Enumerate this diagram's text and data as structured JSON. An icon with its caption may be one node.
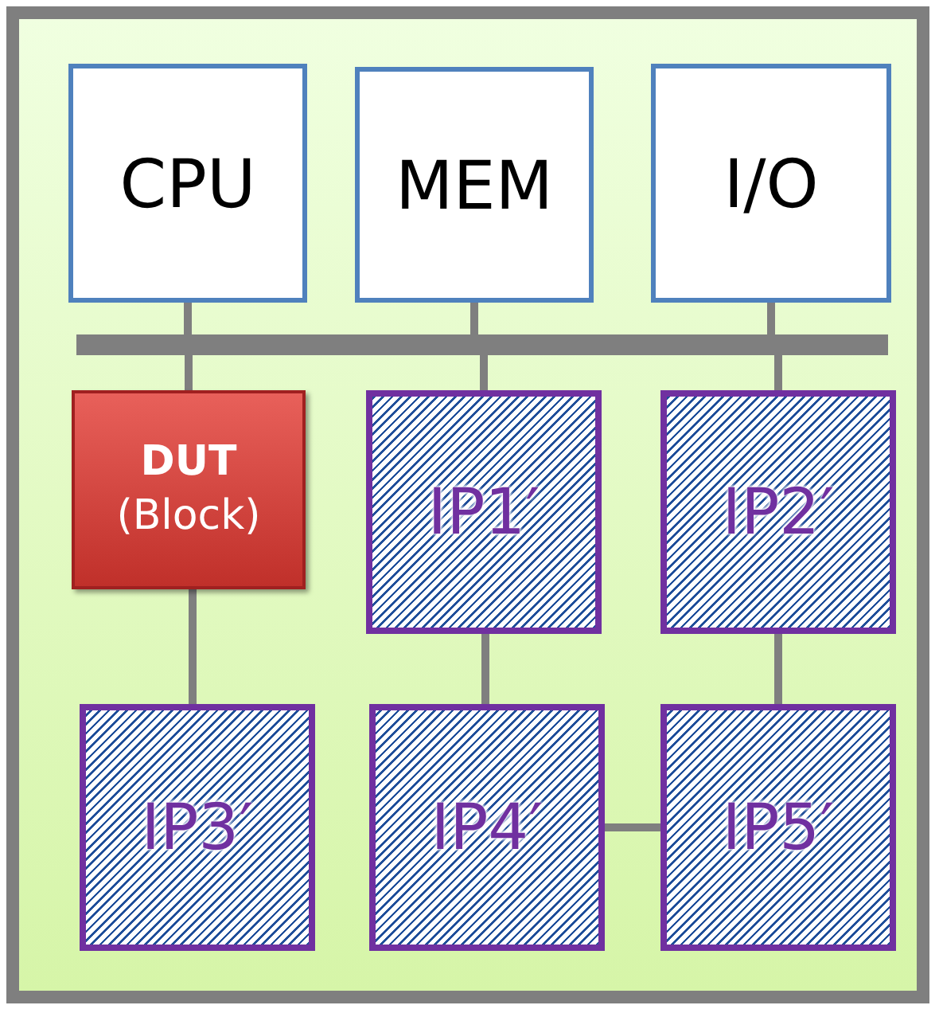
{
  "diagram": {
    "nodes": [
      {
        "text": [],
        "shape": "box"
      },
      {
        "text": [
          "CPU"
        ],
        "in": 0
      },
      {
        "text": [
          "MEM"
        ],
        "in": 0
      },
      {
        "text": [
          "I/O"
        ],
        "in": 0
      },
      {
        "text": [],
        "shape": "bar",
        "in": 0
      },
      {
        "text": [
          "**DUT** (Block)"
        ],
        "in": 0
      },
      {
        "text": [
          "IP1′"
        ],
        "in": 0
      },
      {
        "text": [
          "IP2′"
        ],
        "in": 0
      },
      {
        "text": [
          "IP3′"
        ],
        "in": 0
      },
      {
        "text": [
          "IP4′"
        ],
        "in": 0
      },
      {
        "text": [
          "IP5′"
        ],
        "in": 0
      }
    ],
    "edges": [
      {
        "from": 1,
        "to": 4,
        "arrow": "none"
      },
      {
        "from": 2,
        "to": 4,
        "arrow": "none"
      },
      {
        "from": 3,
        "to": 4,
        "arrow": "none"
      },
      {
        "from": 5,
        "to": 4,
        "arrow": "none"
      },
      {
        "from": 6,
        "to": 4,
        "arrow": "none"
      },
      {
        "from": 7,
        "to": 4,
        "arrow": "none"
      },
      {
        "from": 5,
        "to": 8,
        "arrow": "none"
      },
      {
        "from": 6,
        "to": 9,
        "arrow": "none"
      },
      {
        "from": 7,
        "to": 10,
        "arrow": "none"
      },
      {
        "from": 9,
        "to": 10,
        "arrow": "none"
      }
    ]
  }
}
